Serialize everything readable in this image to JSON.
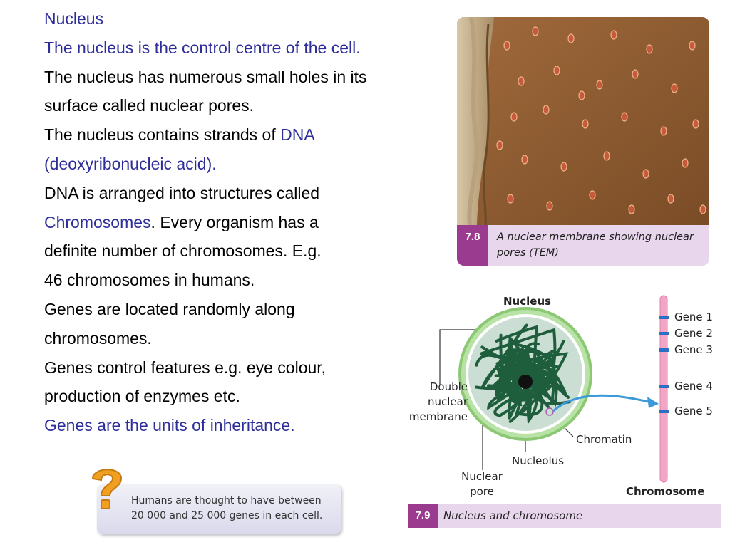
{
  "text": {
    "lines": [
      {
        "parts": [
          {
            "t": "Nucleus",
            "blue": true
          }
        ]
      },
      {
        "parts": [
          {
            "t": "The nucleus is the control centre of the cell.",
            "blue": true
          }
        ]
      },
      {
        "parts": [
          {
            "t": "The nucleus has numerous small holes in its",
            "blue": false
          }
        ]
      },
      {
        "parts": [
          {
            "t": " surface called nuclear pores.",
            "blue": false
          }
        ]
      },
      {
        "parts": [
          {
            "t": "The nucleus contains strands of ",
            "blue": false
          },
          {
            "t": "DNA",
            "blue": true
          }
        ]
      },
      {
        "parts": [
          {
            "t": "(deoxyribonucleic acid).",
            "blue": true
          }
        ]
      },
      {
        "parts": [
          {
            "t": "DNA is arranged into structures called",
            "blue": false
          }
        ]
      },
      {
        "parts": [
          {
            "t": "Chromosomes",
            "blue": true
          },
          {
            "t": ". Every organism has a",
            "blue": false
          }
        ]
      },
      {
        "parts": [
          {
            "t": "definite number of chromosomes. E.g.",
            "blue": false
          }
        ]
      },
      {
        "parts": [
          {
            "t": "46 chromosomes in humans.",
            "blue": false
          }
        ]
      },
      {
        "parts": [
          {
            "t": "Genes are located randomly along",
            "blue": false
          }
        ]
      },
      {
        "parts": [
          {
            "t": "chromosomes.",
            "blue": false
          }
        ]
      },
      {
        "parts": [
          {
            "t": "Genes control features e.g. eye colour,",
            "blue": false
          }
        ]
      },
      {
        "parts": [
          {
            "t": "production of enzymes etc.",
            "blue": false
          }
        ]
      },
      {
        "parts": [
          {
            "t": "Genes are the units of inheritance.",
            "blue": true
          }
        ]
      }
    ]
  },
  "figure_7_8": {
    "number": "7.8",
    "caption_line1": "A nuclear membrane showing nuclear",
    "caption_line2": "pores (TEM)"
  },
  "figure_7_9": {
    "number": "7.9",
    "caption": "Nucleus and chromosome",
    "labels": {
      "nucleus": "Nucleus",
      "double": "Double",
      "nuclear": "nuclear",
      "membrane": "membrane",
      "chromatin": "Chromatin",
      "nucleolus": "Nucleolus",
      "nuclear_pore_1": "Nuclear",
      "nuclear_pore_2": "pore",
      "chromosome": "Chromosome"
    },
    "genes": [
      "Gene 1",
      "Gene 2",
      "Gene 3",
      "Gene 4",
      "Gene 5"
    ]
  },
  "question_box": {
    "line1": "Humans are thought to have between",
    "line2": "20 000 and 25 000 genes in each cell."
  },
  "colors": {
    "text_blue": "#2e2e9a",
    "caption_purple": "#9b3b8f",
    "caption_bg": "#e8d6ec",
    "chromatin_green": "#1f5e3d",
    "membrane_green": "#9fd48a",
    "chromosome_pink": "#f2a6c6",
    "gene_blue": "#2b6fc4",
    "arrow_blue": "#3c9ad8",
    "question_orange": "#f0a020"
  },
  "icons": [
    "question-mark-icon"
  ]
}
